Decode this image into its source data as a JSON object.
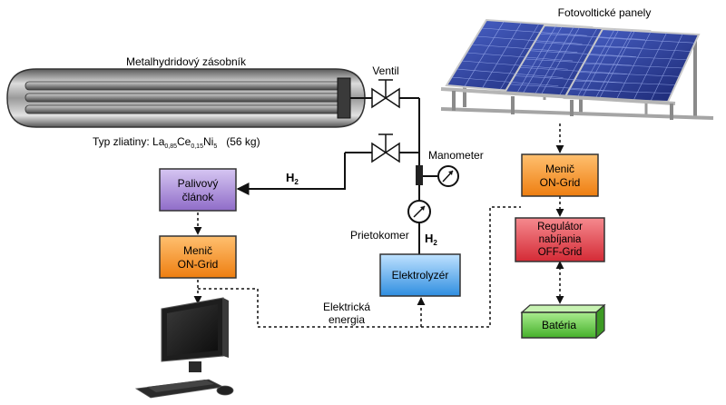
{
  "labels": {
    "storage_title": "Metalhydridový zásobník",
    "alloy_prefix": "Typ zliatiny: La",
    "alloy_sub1": "0,85",
    "alloy_ce": "Ce",
    "alloy_sub2": "0,15",
    "alloy_ni": "Ni",
    "alloy_sub3": "5",
    "alloy_mass": "(56 kg)",
    "valve": "Ventil",
    "pv_panels": "Fotovoltické panely",
    "manometer": "Manometer",
    "flowmeter": "Prietokomer",
    "h2_main": "H",
    "h2_main_sub": "2",
    "h2_vert": "H",
    "h2_vert_sub": "2",
    "electric_energy_1": "Elektrická",
    "electric_energy_2": "energia"
  },
  "boxes": {
    "fuel_cell_1": "Palivový",
    "fuel_cell_2": "článok",
    "inverter_left_1": "Menič",
    "inverter_left_2": "ON-Grid",
    "electrolyzer": "Elektrolyzér",
    "inverter_right_1": "Menič",
    "inverter_right_2": "ON-Grid",
    "regulator_1": "Regulátor",
    "regulator_2": "nabíjania",
    "regulator_3": "OFF-Grid",
    "battery": "Batéria"
  },
  "colors": {
    "fuel_cell": "#a78bd6",
    "inverter": "#f28a1e",
    "electrolyzer": "#3f9ee6",
    "regulator": "#e0353f",
    "battery": "#5ec83e",
    "solar_cell": "#2a3a9a"
  }
}
